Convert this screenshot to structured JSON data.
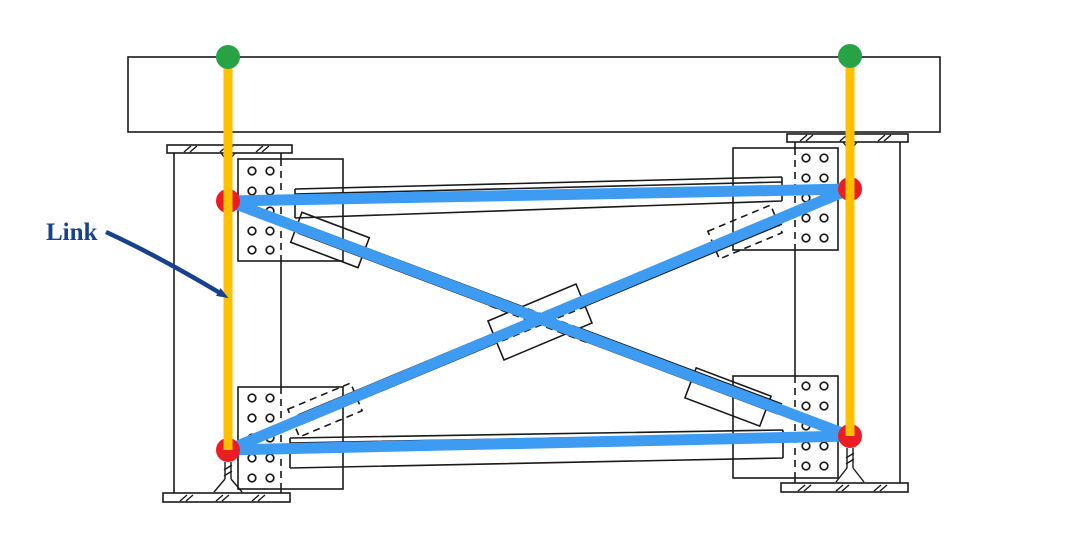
{
  "annotation": {
    "label": "Link"
  },
  "colors": {
    "background": "#FFFFFF",
    "linework": "#1A1A1A",
    "link_member": "#FFC000",
    "end_node": "#EC1C24",
    "top_node": "#27A346",
    "brace_overlay": "#3E9BF2",
    "annotation": "#17418E"
  },
  "model": {
    "link_count": 2,
    "top_node_count": 2,
    "end_node_count": 4,
    "brace_member_count": 4
  },
  "drawing": {
    "gusset_count": 4,
    "bolt_rows_per_gusset": 5,
    "bolt_cols_per_gusset": 2
  }
}
